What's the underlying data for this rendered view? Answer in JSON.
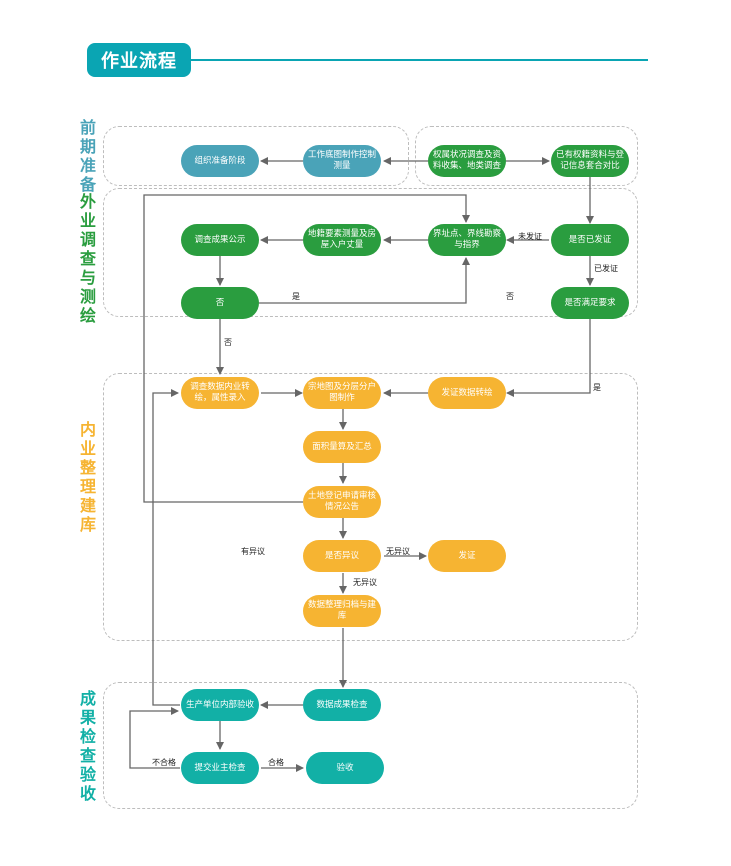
{
  "title": "作业流程",
  "stages": {
    "prep": "前期准备",
    "field": "外业调查与测绘",
    "office": "内业整理建库",
    "review": "成果检查验收"
  },
  "nodes": {
    "org_prep": "组织准备阶段",
    "base_map": "工作底图制作控制测量",
    "ownership_survey": "权属状况调查及资料收集、地类调查",
    "compare_existing": "已有权籍资料与登记信息套合对比",
    "publicize": "调查成果公示",
    "element_survey": "地籍要素测量及房屋入户丈量",
    "boundary_survey": "界址点、界线勘察与指界",
    "certified_check": "是否已发证",
    "no_node": "否",
    "meets_req": "是否满足要求",
    "data_entry": "调查数据内业转绘，属性录入",
    "parcel_map": "宗地图及分层分户图制作",
    "cert_convert": "发证数据转绘",
    "area_calc": "面积量算及汇总",
    "land_audit": "土地登记申请审核情况公告",
    "objection": "是否异议",
    "issue_cert": "发证",
    "archive": "数据整理归档与建库",
    "internal_check": "生产单位内部验收",
    "result_check": "数据成果检查",
    "owner_check": "提交业主检查",
    "acceptance": "验收"
  },
  "labels": {
    "not_issued": "未发证",
    "issued": "已发证",
    "yes_field": "是",
    "no_field": "否",
    "no_down": "否",
    "yes_right": "是",
    "has_objection": "有异议",
    "no_objection_right": "无异议",
    "no_objection_down": "无异议",
    "fail": "不合格",
    "pass": "合格"
  },
  "colors": {
    "accent": "#0aa5b3",
    "prep_node": "#4aa3b8",
    "field_node": "#2a9d3f",
    "office_node": "#f6b432",
    "review_node": "#12b0a6",
    "office_stage_text": "#f6b432"
  }
}
